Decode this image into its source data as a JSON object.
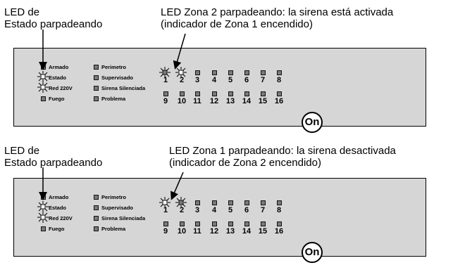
{
  "panels": [
    {
      "left_callout": [
        "LED de",
        "Estado parpadeando"
      ],
      "right_callout": [
        "LED Zona 2 parpadeando: la sirena está activada",
        "(indicador de Zona 1 encendido)"
      ],
      "flashing": [
        "estado",
        "red220v",
        "zone1",
        "zone2"
      ]
    },
    {
      "left_callout": [
        "LED de",
        "Estado parpadeando"
      ],
      "right_callout": [
        "LED Zona 1 parpadeando: la sirena desactivada",
        "(indicador de Zona 2 encendido)"
      ],
      "flashing": [
        "estado",
        "red220v",
        "zone1",
        "zone2"
      ]
    }
  ],
  "status_left": [
    "Armado",
    "Estado",
    "Red 220V",
    "Fuego"
  ],
  "status_right": [
    "Perimetro",
    "Supervisado",
    "Sirena Silenciada",
    "Problema"
  ],
  "zones_row1": [
    "1",
    "2",
    "3",
    "4",
    "5",
    "6",
    "7",
    "8"
  ],
  "zones_row2": [
    "9",
    "10",
    "11",
    "12",
    "13",
    "14",
    "15",
    "16"
  ],
  "on_label": "On",
  "colors": {
    "panel": "#d6d6d6",
    "led_off": "#7a7a7a"
  }
}
